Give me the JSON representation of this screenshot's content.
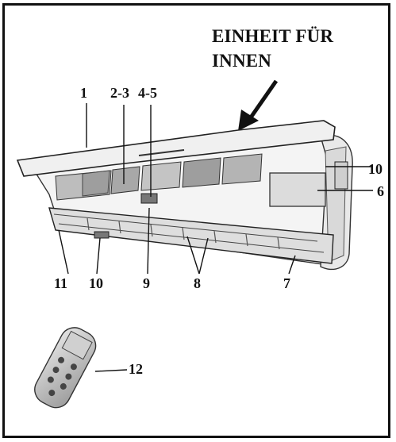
{
  "title": {
    "line1": "EINHEIT FÜR",
    "line2": "INNEN"
  },
  "callouts": {
    "c1": "1",
    "c2_3": "2-3",
    "c4_5": "4-5",
    "c10_right": "10",
    "c6": "6",
    "c11": "11",
    "c10_bottom": "10",
    "c9": "9",
    "c8": "8",
    "c7": "7",
    "c12": "12"
  },
  "colors": {
    "ink": "#111111",
    "unit_fill": "#f2f2f2",
    "shade": "#cfcfcf",
    "dark": "#555555"
  }
}
